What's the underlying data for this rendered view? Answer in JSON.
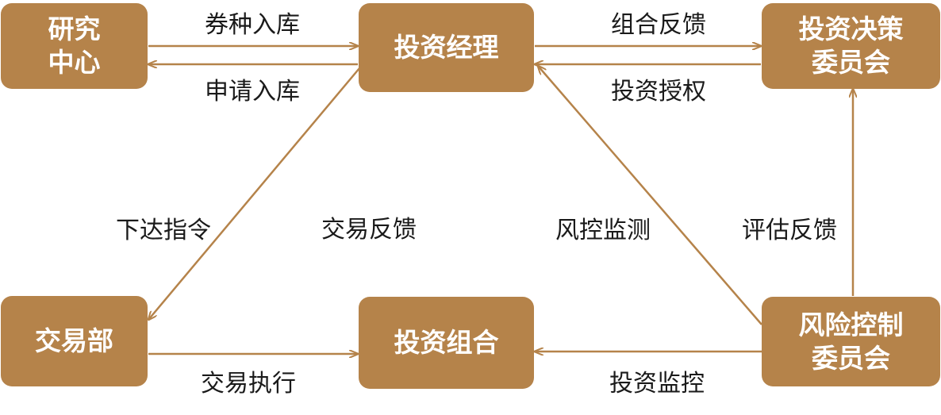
{
  "colors": {
    "node_fill": "#b5834a",
    "node_text": "#ffffff",
    "edge": "#b5834a",
    "label_text": "#1a1a1a"
  },
  "nodes": {
    "research": {
      "line1": "研究",
      "line2": "中心"
    },
    "manager": {
      "text": "投资经理"
    },
    "committee": {
      "line1": "投资决策",
      "line2": "委员会"
    },
    "trading": {
      "text": "交易部"
    },
    "portfolio": {
      "text": "投资组合"
    },
    "risk": {
      "line1": "风险控制",
      "line2": "委员会"
    }
  },
  "edges": {
    "research_to_manager": "券种入库",
    "manager_to_research": "申请入库",
    "manager_to_committee": "组合反馈",
    "committee_to_manager": "投资授权",
    "manager_to_trading": "下达指令",
    "trading_feedback": "交易反馈",
    "risk_to_manager": "风控监测",
    "risk_to_committee": "评估反馈",
    "trading_to_portfolio": "交易执行",
    "risk_to_portfolio": "投资监控"
  }
}
